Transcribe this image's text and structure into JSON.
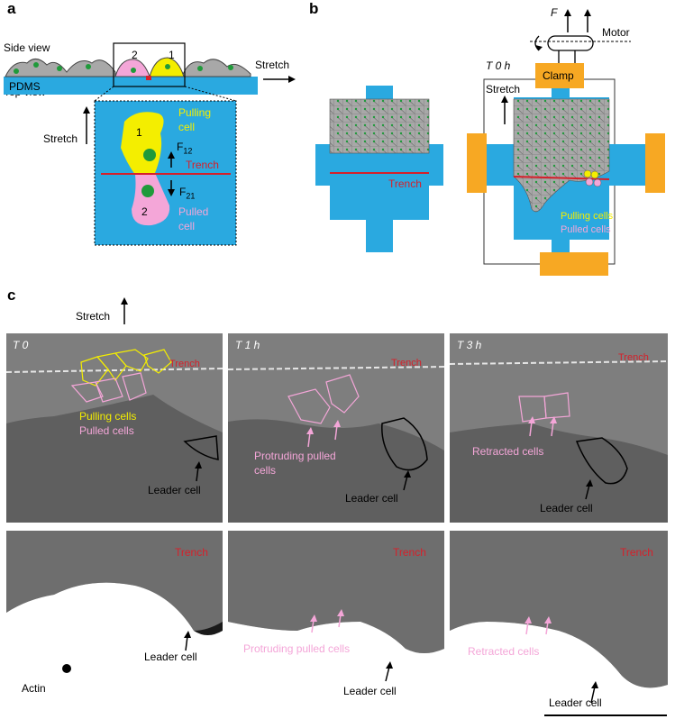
{
  "panel_a": {
    "label": "a",
    "side_view": "Side view",
    "top_view": "Top view",
    "pdms": "PDMS",
    "stretch_right": "Stretch",
    "stretch_left": "Stretch",
    "cell1": "1",
    "cell2": "2",
    "pulling_cell": [
      "Pulling",
      "cell"
    ],
    "pulled_cell": [
      "Pulled",
      "cell"
    ],
    "trench": "Trench",
    "f12": "F",
    "f12_sub": "12",
    "f21": "F",
    "f21_sub": "21"
  },
  "panel_b": {
    "label": "b",
    "trench": "Trench",
    "time": "T 0 h",
    "stretch": "Stretch",
    "clamp": "Clamp",
    "motor": "Motor",
    "force": "F",
    "pulling_cells": "Pulling cells",
    "pulled_cells": "Pulled cells"
  },
  "panel_c": {
    "label": "c",
    "stretch": "Stretch",
    "images": [
      {
        "time": "T 0",
        "trench": "Trench",
        "yellow_label": "Pulling cells",
        "pink_label": "Pulled cells",
        "leader": "Leader cell"
      },
      {
        "time": "T 1 h",
        "trench": "Trench",
        "pink_label": [
          "Protruding pulled",
          "cells"
        ],
        "leader": "Leader cell"
      },
      {
        "time": "T 3 h",
        "trench": "Trench",
        "pink_label": "Retracted cells",
        "leader": "Leader cell"
      }
    ],
    "actin_images": [
      {
        "trench": "Trench",
        "leader": "Leader cell",
        "actin": "Actin"
      },
      {
        "trench": "Trench",
        "pink_label": "Protruding pulled cells",
        "leader": "Leader cell"
      },
      {
        "trench": "Trench",
        "pink_label": "Retracted cells",
        "leader": "Leader cell"
      }
    ]
  },
  "colors": {
    "pdms_blue": "#2aa9e0",
    "pulling_yellow": "#f4ee00",
    "pulled_pink": "#f4a6d8",
    "trench_red": "#d6202a",
    "clamp_orange": "#f7a823",
    "cell_green": "#1f9a3a"
  }
}
